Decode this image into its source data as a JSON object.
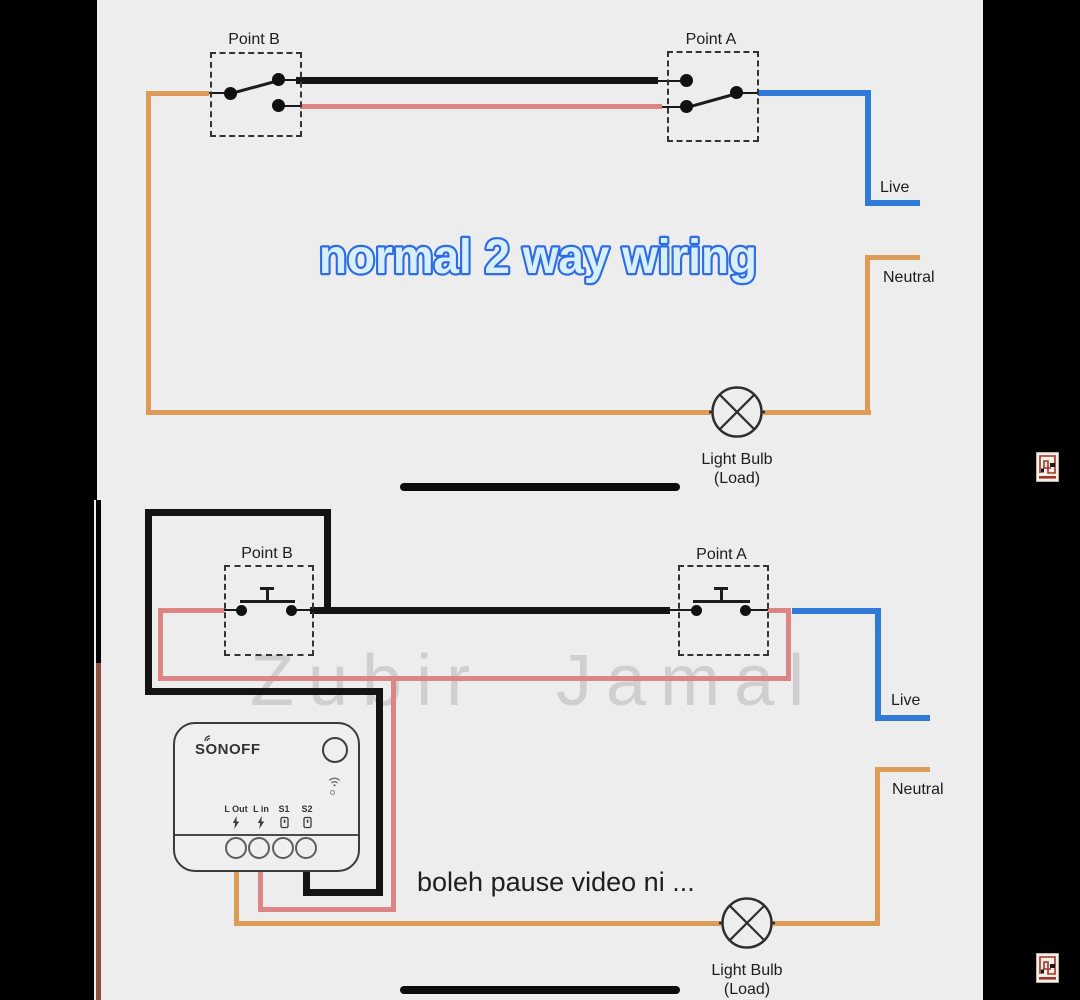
{
  "title": "normal 2 way wiring",
  "caption": "boleh pause video ni ...",
  "watermark": "Zubir Jamal",
  "colors": {
    "background": "#ededed",
    "wire_black": "#141414",
    "wire_red": "#dd8484",
    "wire_orange": "#dd9b58",
    "wire_blue": "#2f7ad6",
    "title_fill": "#d8effd",
    "title_stroke": "#2d6ce4",
    "watermark_gray": "#cfcfcf",
    "side_bar": "#000000",
    "left_strip_maroon": "#8d4f3f",
    "stamp_red": "#a23428"
  },
  "top_diagram": {
    "point_b": "Point B",
    "point_a": "Point A",
    "live": "Live",
    "neutral": "Neutral",
    "bulb_line1": "Light Bulb",
    "bulb_line2": "(Load)"
  },
  "bottom_diagram": {
    "point_b": "Point B",
    "point_a": "Point A",
    "live": "Live",
    "neutral": "Neutral",
    "bulb_line1": "Light Bulb",
    "bulb_line2": "(Load)",
    "device": {
      "brand": "SONOFF",
      "terminal_labels": [
        "L Out",
        "L in",
        "S1",
        "S2"
      ]
    }
  }
}
